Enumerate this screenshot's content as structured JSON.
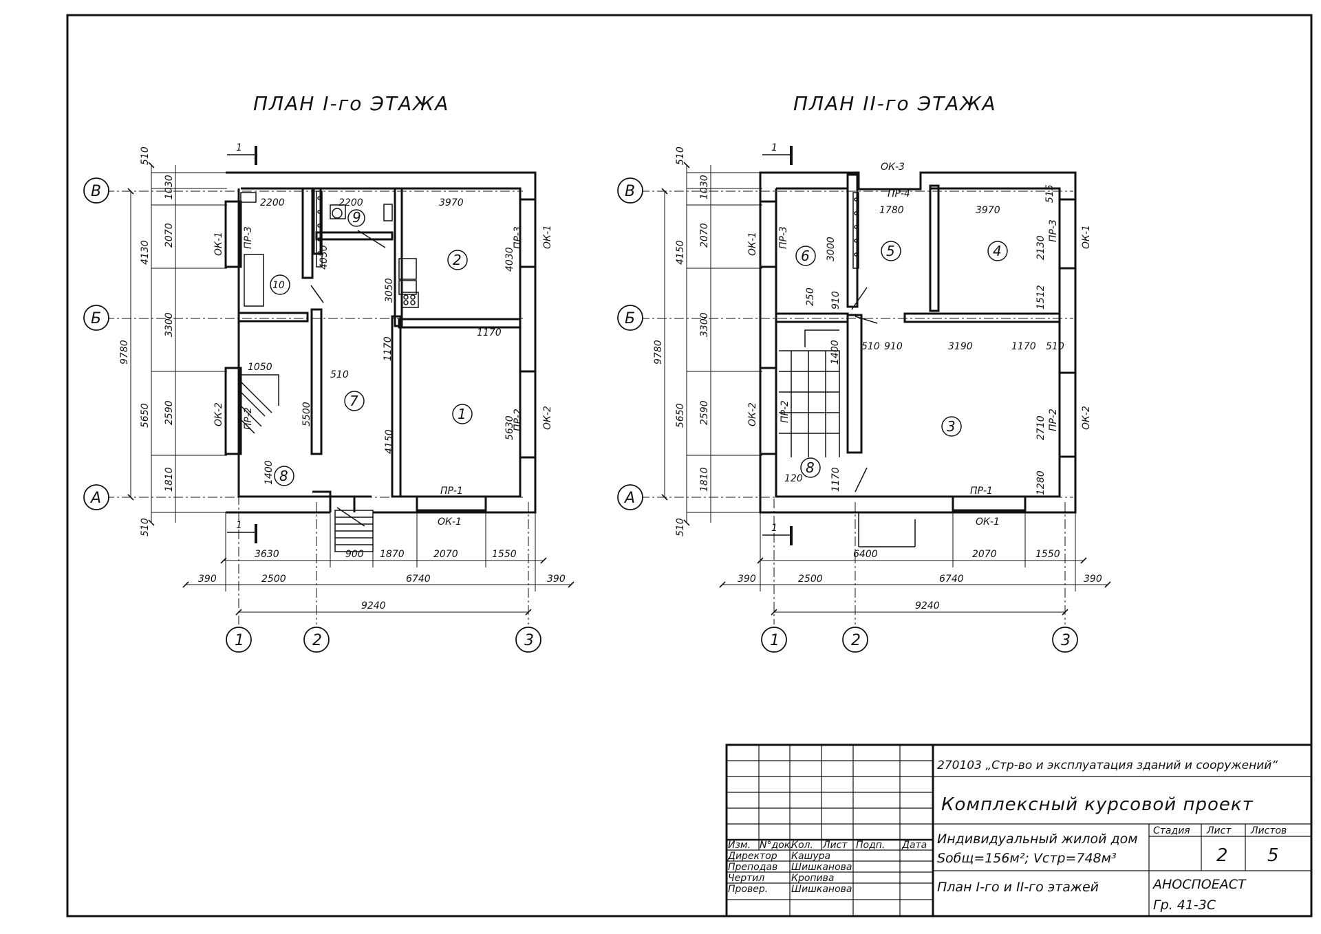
{
  "plan1": {
    "title": "ПЛАН I-го ЭТАЖА",
    "section_mark": "1",
    "axes": {
      "rows": [
        "В",
        "Б",
        "А"
      ],
      "cols": [
        "1",
        "2",
        "3"
      ]
    },
    "rooms": [
      "1",
      "2",
      "7",
      "8",
      "9",
      "10"
    ],
    "labels": {
      "ok1_left": "ОК-1",
      "ok2_left": "ОК-2",
      "ok1_right": "ОК-1",
      "ok2_right": "ОК-2",
      "pr3_left": "ПР-3",
      "pr2_stair": "ПР-2",
      "pr3_right": "ПР-3",
      "pr2_right": "ПР-2",
      "pr1_bottom": "ПР-1",
      "ok1_bottom": "ОК-1"
    },
    "dims_left": {
      "a": "510",
      "b": "1030",
      "c": "2070",
      "d": "4130",
      "e": "3300",
      "f": "9780",
      "g": "2590",
      "h": "5650",
      "i": "1810",
      "j": "510"
    },
    "dims_inner": {
      "d2200a": "2200",
      "d2200b": "2200",
      "d3970": "3970",
      "d4030a": "4030",
      "d4030b": "4030",
      "d3050": "3050",
      "d1170a": "1170",
      "d1170b": "1170",
      "d1050": "1050",
      "d510": "510",
      "d5500": "5500",
      "d4150": "4150",
      "d5630": "5630",
      "d1400": "1400"
    },
    "dims_bottom": {
      "r1": [
        "3630",
        "900",
        "1870",
        "2070",
        "1550"
      ],
      "r2": [
        "390",
        "2500",
        "6740",
        "390"
      ],
      "r3": "9240"
    }
  },
  "plan2": {
    "title": "ПЛАН II-го ЭТАЖА",
    "section_mark": "1",
    "axes": {
      "rows": [
        "В",
        "Б",
        "А"
      ],
      "cols": [
        "1",
        "2",
        "3"
      ]
    },
    "rooms": [
      "3",
      "4",
      "5",
      "6",
      "8"
    ],
    "labels": {
      "ok1_left": "ОК-1",
      "ok2_left": "ОК-2",
      "ok1_right": "ОК-1",
      "ok2_right": "ОК-2",
      "ok3_top": "ОК-3",
      "pr4_top": "ПР-4",
      "pr3_left": "ПР-3",
      "pr3_right": "ПР-3",
      "pr2_stair": "ПР-2",
      "pr2_right": "ПР-2",
      "pr1_bottom": "ПР-1",
      "ok1_bottom": "ОК-1"
    },
    "dims_left": {
      "a": "510",
      "b": "1030",
      "c": "2070",
      "d": "4150",
      "e": "3300",
      "f": "9780",
      "g": "2590",
      "h": "5650",
      "i": "1810",
      "j": "510"
    },
    "dims_inner": {
      "d1780": "1780",
      "d3970": "3970",
      "d515": "515",
      "d2130": "2130",
      "d1512": "1512",
      "d3000": "3000",
      "d250": "250",
      "d910a": "910",
      "d1400": "1400",
      "d510a": "510",
      "d910b": "910",
      "d3190": "3190",
      "d1170a": "1170",
      "d510b": "510",
      "d2710": "2710",
      "d120": "120",
      "d1170b": "1170",
      "d1280": "1280"
    },
    "dims_bottom": {
      "r1": [
        "6400",
        "2070",
        "1550"
      ],
      "r2": [
        "390",
        "2500",
        "6740",
        "390"
      ],
      "r3": "9240"
    }
  },
  "title_block": {
    "code_line": "270103 „Стр-во и эксплуатация зданий и сооружений“",
    "project": "Комплексный курсовой проект",
    "col_headers": [
      "Изм.",
      "N°док.",
      "Кол.",
      "Лист",
      "Подп.",
      "Дата"
    ],
    "people": [
      {
        "role": "Директор",
        "name": "Кашура"
      },
      {
        "role": "Преподав",
        "name": "Шишканова"
      },
      {
        "role": "Чертил",
        "name": "Кропива"
      },
      {
        "role": "Провер.",
        "name": "Шишканова"
      }
    ],
    "object_line1": "Индивидуальный жилой дом",
    "object_line2": "Sобщ=156м²; Vстр=748м³",
    "sheet_title": "План I-го и II-го этажей",
    "stage_label": "Стадия",
    "sheet_label": "Лист",
    "sheets_label": "Листов",
    "sheet_no": "2",
    "sheets_total": "5",
    "org_line1": "АНОСПОЕАСТ",
    "org_line2": "Гр. 41-3С"
  }
}
